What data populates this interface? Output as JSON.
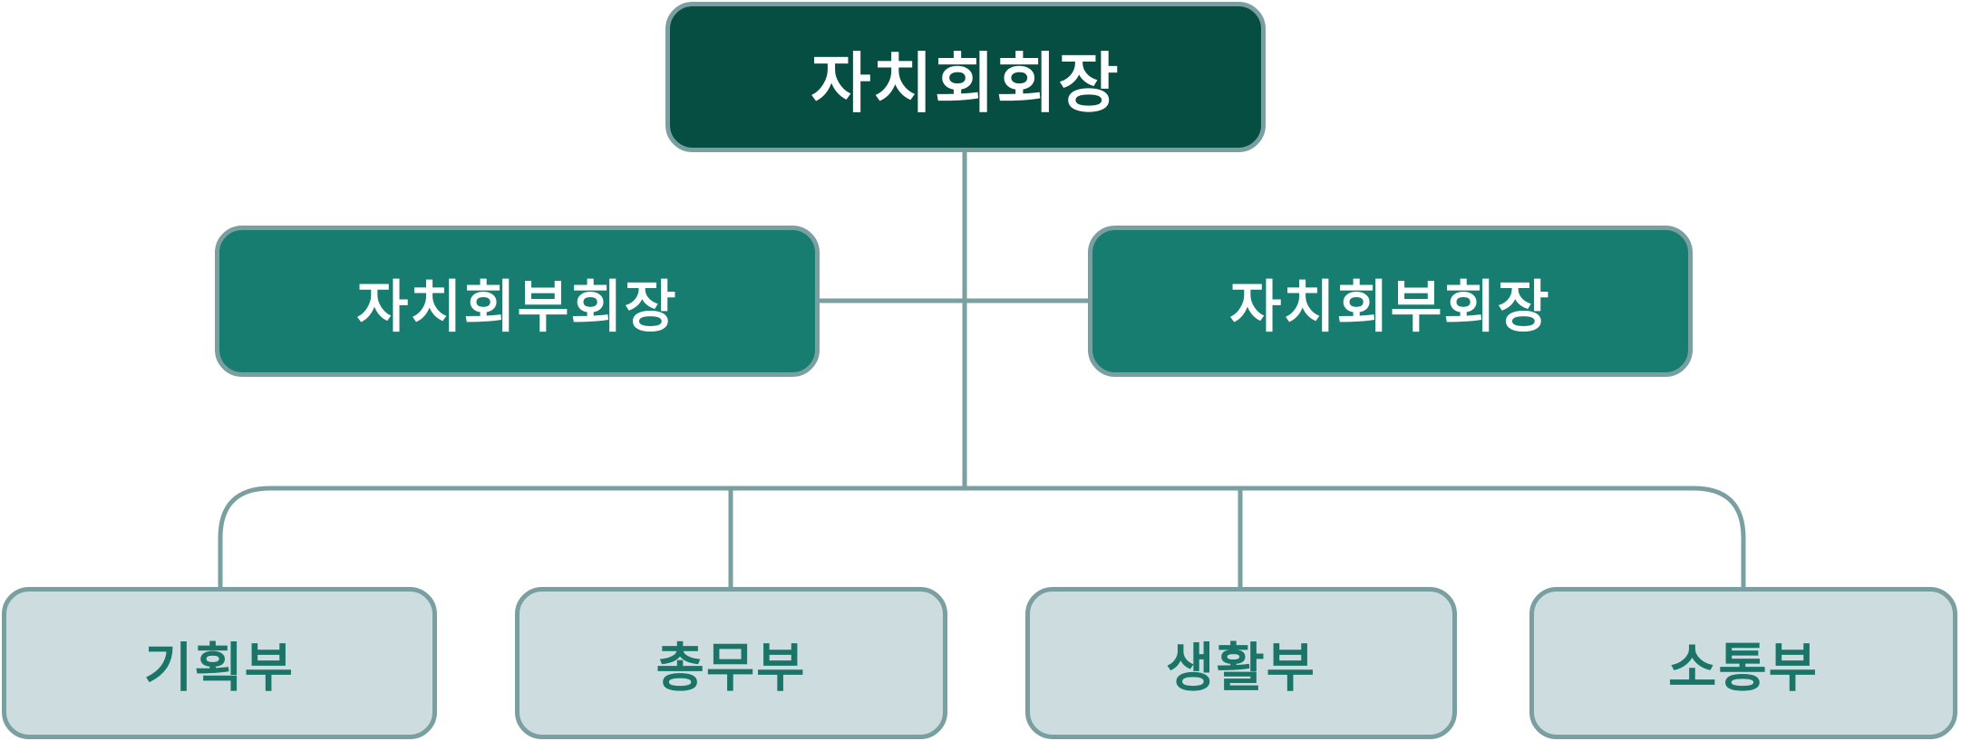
{
  "org_chart": {
    "president": {
      "label": "자치회회장"
    },
    "vice_presidents": [
      {
        "label": "자치회부회장"
      },
      {
        "label": "자치회부회장"
      }
    ],
    "departments": [
      {
        "label": "기획부"
      },
      {
        "label": "총무부"
      },
      {
        "label": "생활부"
      },
      {
        "label": "소통부"
      }
    ]
  },
  "colors": {
    "president_fill": "#064d42",
    "vice_fill": "#167d70",
    "department_fill": "#cddcdf",
    "department_text": "#1a7467",
    "border_and_lines": "#7a9fa0"
  }
}
